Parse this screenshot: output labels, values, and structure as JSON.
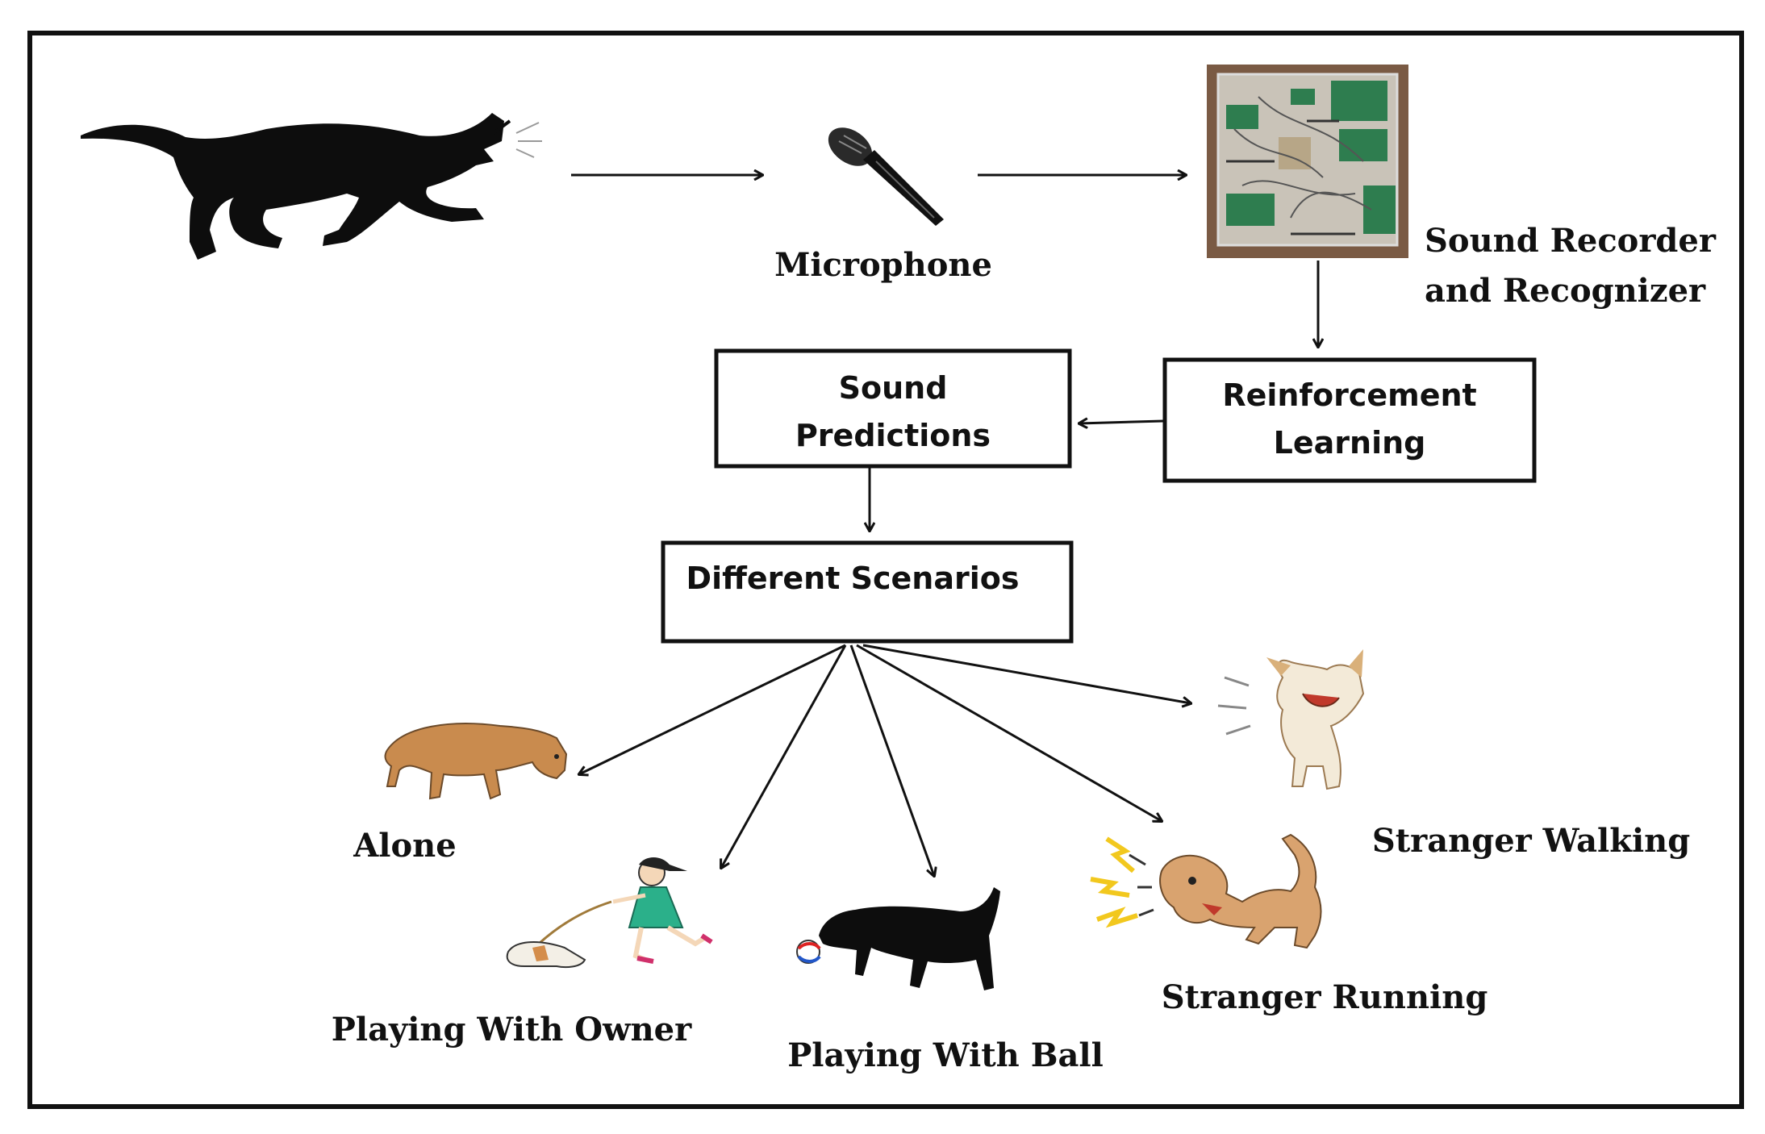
{
  "nodes": {
    "microphone": "Microphone",
    "sound_recorder_line1": "Sound Recorder",
    "sound_recorder_line2": "and Recognizer",
    "reinforcement_line1": "Reinforcement",
    "reinforcement_line2": "Learning",
    "predictions_line1": "Sound",
    "predictions_line2": "Predictions",
    "scenarios": "Different Scenarios"
  },
  "scenarios": {
    "alone": "Alone",
    "playing_with_owner": "Playing With Owner",
    "playing_with_ball": "Playing With Ball",
    "stranger_running": "Stranger Running",
    "stranger_walking": "Stranger Walking"
  },
  "colors": {
    "ink": "#111111",
    "board": "#7a5a44",
    "pcb_green": "#2e7d4f",
    "tan_dog": "#c98b4e",
    "angry_dog": "#d9a36f",
    "yellow_bolt": "#f2c81e",
    "walking_dog": "#e8cfa8"
  },
  "icons": [
    "barking-dog-silhouette-icon",
    "microphone-icon",
    "circuit-board-icon",
    "sad-dog-icon",
    "girl-walking-dog-icon",
    "dog-with-ball-icon",
    "angry-dog-icon",
    "barking-small-dog-icon"
  ]
}
